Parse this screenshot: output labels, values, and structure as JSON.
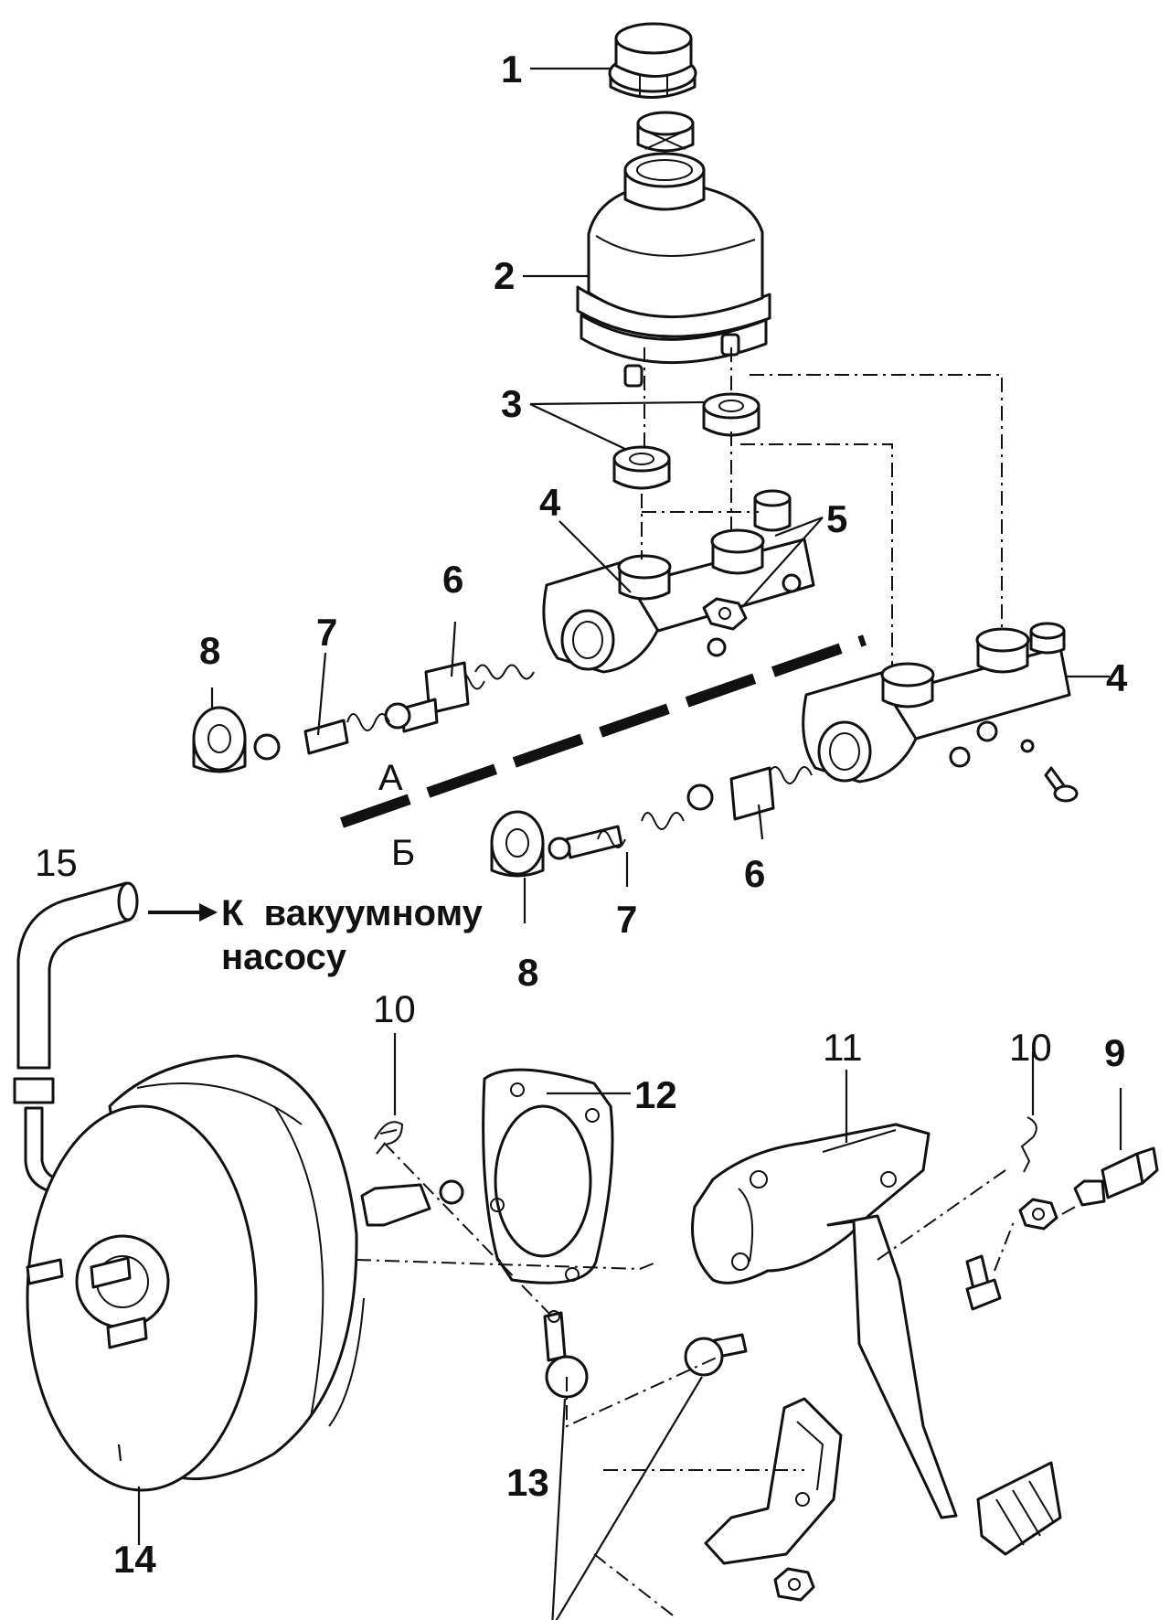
{
  "callouts": {
    "c1": "1",
    "c2": "2",
    "c3": "3",
    "c4a": "4",
    "c4b": "4",
    "c5": "5",
    "c6a": "6",
    "c6b": "6",
    "c7a": "7",
    "c7b": "7",
    "c8a": "8",
    "c8b": "8",
    "c9": "9",
    "c10a": "10",
    "c10b": "10",
    "c11": "11",
    "c12": "12",
    "c13": "13",
    "c14": "14",
    "c15": "15"
  },
  "sections": {
    "upper": "А",
    "lower": "Б"
  },
  "vacuum_note": {
    "line1": "К  вакуумному",
    "line2": "насосу"
  }
}
